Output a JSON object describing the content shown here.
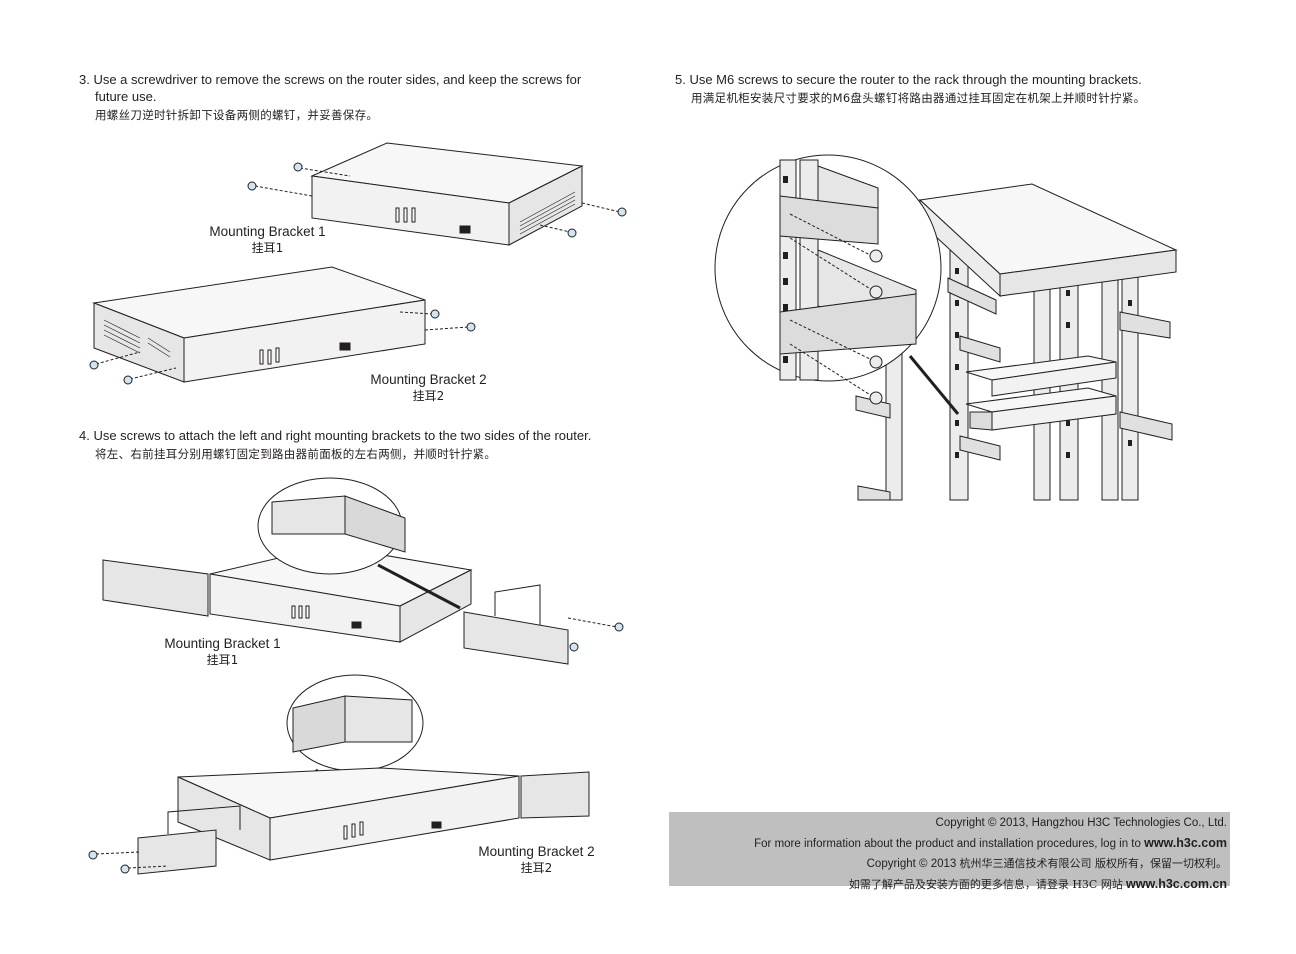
{
  "steps": {
    "s3": {
      "en_line1": "3. Use a screwdriver to remove the screws on the router sides, and keep the screws for",
      "en_line2": "future use.",
      "cn": "用螺丝刀逆时针拆卸下设备两侧的螺钉，并妥善保存。"
    },
    "s4": {
      "en": "4. Use screws to attach the left and right mounting brackets to the two sides of the router.",
      "cn": "将左、右前挂耳分别用螺钉固定到路由器前面板的左右两侧，并顺时针拧紧。"
    },
    "s5": {
      "en": "5. Use M6 screws to secure the router to the rack through the mounting brackets.",
      "cn": "用满足机柜安装尺寸要求的M6盘头螺钉将路由器通过挂耳固定在机架上并顺时针拧紧。"
    }
  },
  "labels": {
    "fig1_b1": {
      "en": "Mounting Bracket 1",
      "cn": "挂耳1"
    },
    "fig1_b2": {
      "en": "Mounting Bracket 2",
      "cn": "挂耳2"
    },
    "fig2_b1": {
      "en": "Mounting Bracket 1",
      "cn": "挂耳1"
    },
    "fig2_b2": {
      "en": "Mounting Bracket 2",
      "cn": "挂耳2"
    }
  },
  "copyright": {
    "line1": "Copyright © 2013, Hangzhou H3C Technologies Co., Ltd.",
    "line2_text": "For more information about the product and installation procedures, log in to",
    "line2_url": "www.h3c.com",
    "line3_prefix": "Copyright © 2013",
    "line3_cn": "杭州华三通信技术有限公司  版权所有，保留一切权利。",
    "line4_cn": "如需了解产品及安装方面的更多信息，请登录 H3C 网站",
    "line4_url": "www.h3c.com.cn"
  },
  "colors": {
    "line": "#231f20",
    "fill": "#f2f2f2",
    "shade": "#dcdcdc",
    "footer_bg": "#bfbfbf"
  }
}
